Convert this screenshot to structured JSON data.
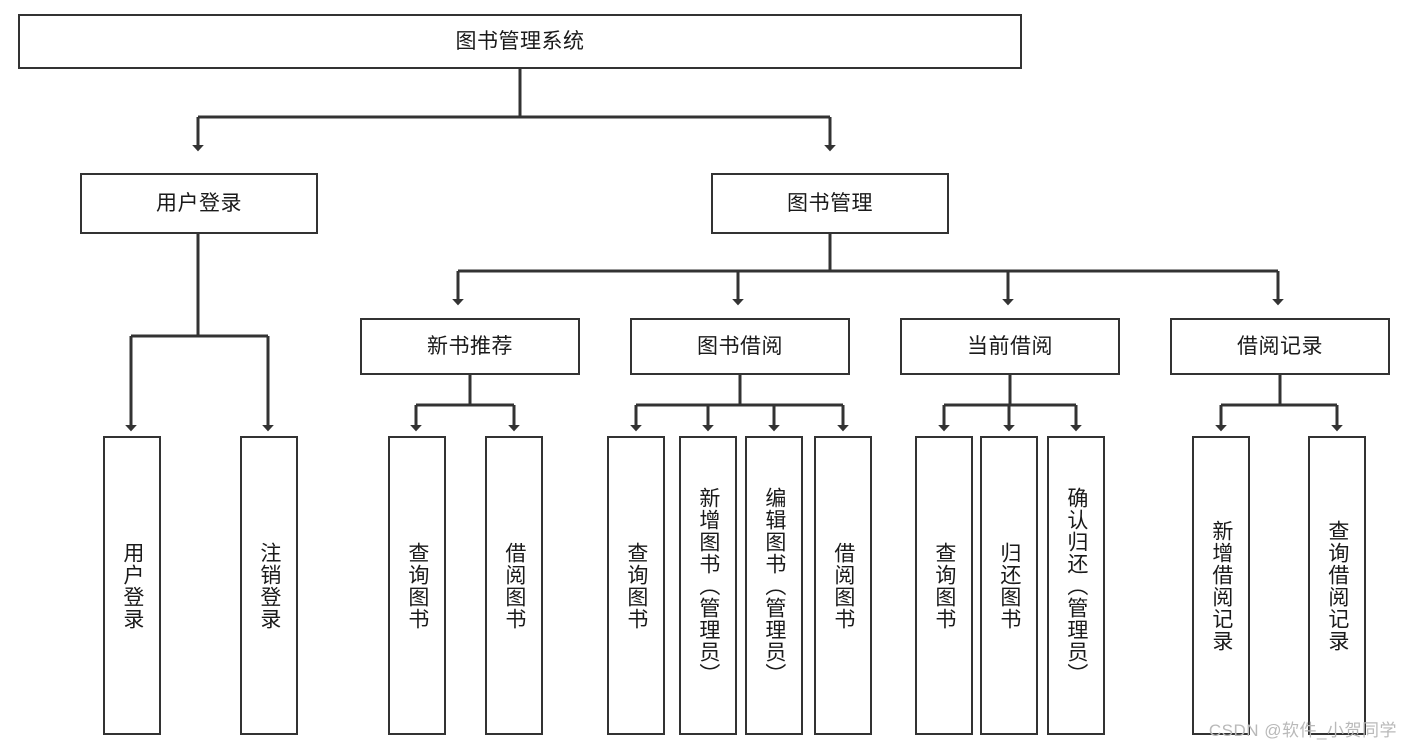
{
  "diagram": {
    "title": "图书管理系统",
    "type": "tree-hierarchy-diagram",
    "colors": {
      "box_border": "#333333",
      "box_fill": "#ffffff",
      "connector": "#333333",
      "text": "#1a1a1a",
      "watermark": "#b9b9b9"
    },
    "root": {
      "label": "图书管理系统"
    },
    "level2": [
      {
        "label": "用户登录"
      },
      {
        "label": "图书管理"
      }
    ],
    "level3": [
      {
        "label": "新书推荐"
      },
      {
        "label": "图书借阅"
      },
      {
        "label": "当前借阅"
      },
      {
        "label": "借阅记录"
      }
    ],
    "leaves_user_login": [
      {
        "label": "用户登录"
      },
      {
        "label": "注销登录"
      }
    ],
    "leaves_new_book": [
      {
        "label": "查询图书"
      },
      {
        "label": "借阅图书"
      }
    ],
    "leaves_book_borrow": [
      {
        "label": "查询图书"
      },
      {
        "label": "新增图书（管理员）"
      },
      {
        "label": "编辑图书（管理员）"
      },
      {
        "label": "借阅图书"
      }
    ],
    "leaves_current_borrow": [
      {
        "label": "查询图书"
      },
      {
        "label": "归还图书"
      },
      {
        "label": "确认归还（管理员）"
      }
    ],
    "leaves_borrow_record": [
      {
        "label": "新增借阅记录"
      },
      {
        "label": "查询借阅记录"
      }
    ]
  },
  "watermark": {
    "text": "CSDN @软件_小贺同学"
  }
}
